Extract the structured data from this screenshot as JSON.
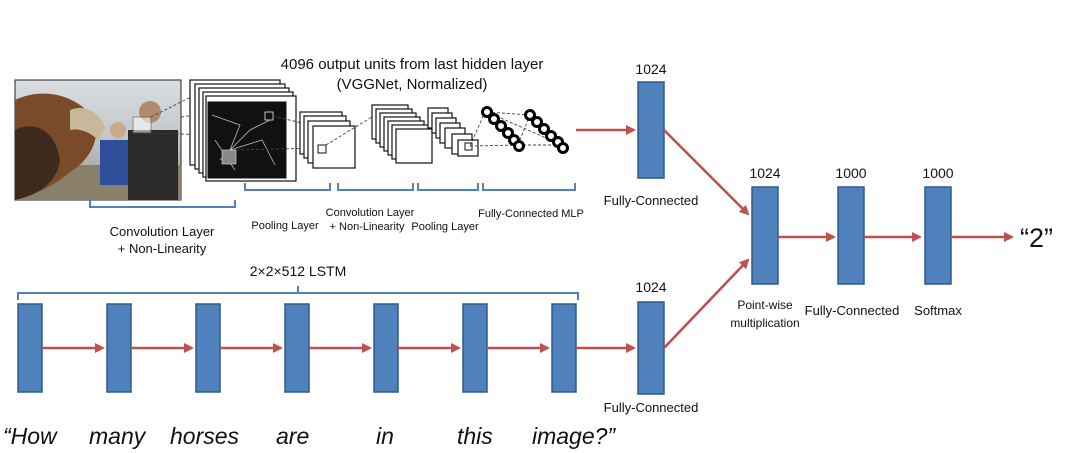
{
  "cnn": {
    "title_line1": "4096 output  units from last hidden layer",
    "title_line2": "(VGGNet, Normalized)",
    "conv_label_1": "Convolution Layer",
    "conv_label_2": "+ Non-Linearity",
    "pool1_label": "Pooling Layer",
    "conv2_label_1": "Convolution Layer",
    "conv2_label_2": "+ Non-Linearity",
    "pool2_label": "Pooling  Layer",
    "mlp_label": "Fully-Connected MLP",
    "photo_icon": "horses-photo-icon"
  },
  "image_fc": {
    "dim": "1024",
    "label": "Fully-Connected"
  },
  "lstm": {
    "label": "2×2×512 LSTM",
    "cell_count": 7
  },
  "question_fc": {
    "dim": "1024",
    "label": "Fully-Connected"
  },
  "fusion": {
    "dim": "1024",
    "label_line1": "Point-wise",
    "label_line2": "multiplication"
  },
  "fc_final": {
    "dim": "1000",
    "label": "Fully-Connected"
  },
  "softmax": {
    "dim": "1000",
    "label": "Softmax"
  },
  "answer": "“2”",
  "question_words": [
    "“How",
    "many",
    "horses",
    "are",
    "in",
    "this",
    "image?”"
  ],
  "colors": {
    "block": "#4f81bd",
    "arrow": "#c0504d",
    "brace": "#4f81bd"
  }
}
